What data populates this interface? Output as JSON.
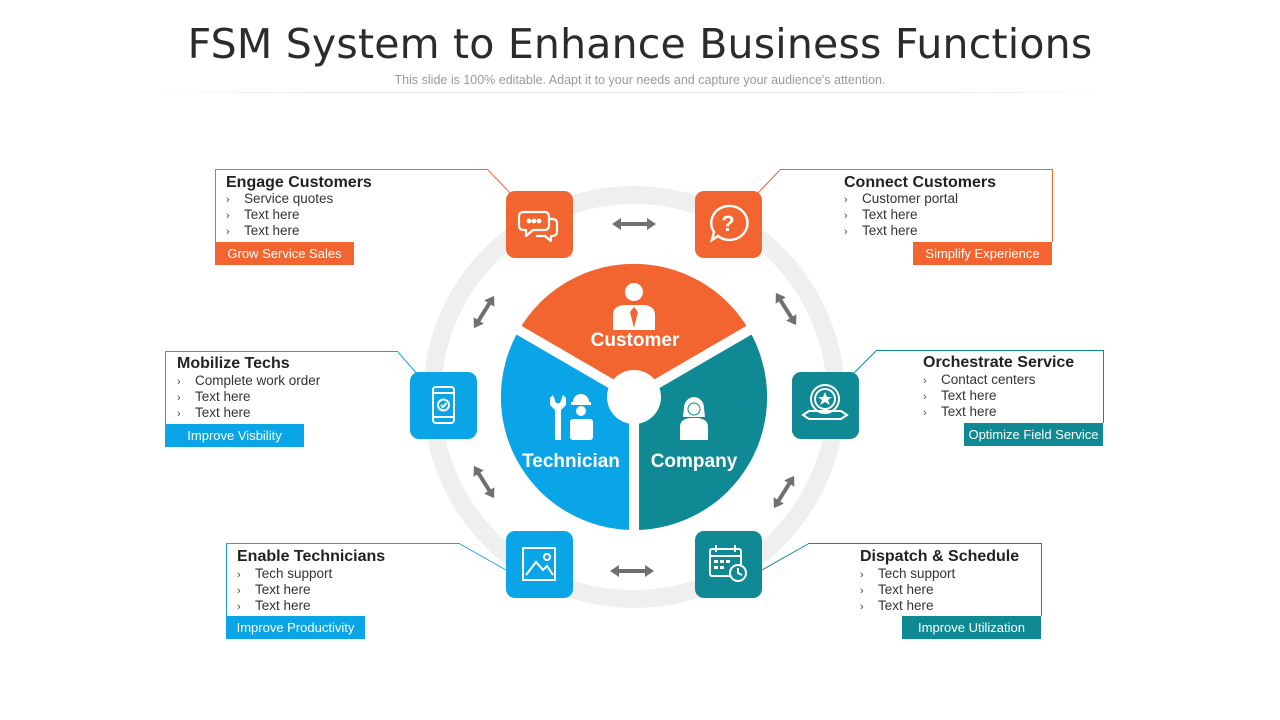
{
  "header": {
    "title": "FSM System to Enhance Business Functions",
    "subtitle": "This slide is 100% editable. Adapt it to your needs and capture your audience's attention."
  },
  "center": {
    "segments": [
      {
        "label": "Customer",
        "color": "#f26530",
        "icon": "businessman-icon"
      },
      {
        "label": "Technician",
        "color": "#0aa5e6",
        "icon": "wrench-worker-icon"
      },
      {
        "label": "Company",
        "color": "#0f8a94",
        "icon": "businesswoman-icon"
      }
    ]
  },
  "functions": [
    {
      "heading": "Engage Customers",
      "items": [
        "Service quotes",
        "Text here",
        "Text here"
      ],
      "tag": "Grow Service Sales",
      "color": "#f26530",
      "icon": "chat-bubbles-icon"
    },
    {
      "heading": "Connect Customers",
      "items": [
        "Customer portal",
        "Text here",
        "Text here"
      ],
      "tag": "Simplify Experience",
      "color": "#f26530",
      "icon": "question-icon"
    },
    {
      "heading": "Mobilize Techs",
      "items": [
        "Complete work order",
        "Text here",
        "Text here"
      ],
      "tag": "Improve  Visbility",
      "color": "#0aa5e6",
      "icon": "mobile-check-icon"
    },
    {
      "heading": "Orchestrate Service",
      "items": [
        "Contact centers",
        "Text here",
        "Text here"
      ],
      "tag": "Optimize Field Service",
      "color": "#0f8a94",
      "icon": "badge-star-icon"
    },
    {
      "heading": "Enable Technicians",
      "items": [
        "Tech support",
        "Text here",
        "Text here"
      ],
      "tag": "Improve  Productivity",
      "color": "#0aa5e6",
      "icon": "image-icon"
    },
    {
      "heading": "Dispatch & Schedule",
      "items": [
        "Tech support",
        "Text here",
        "Text here"
      ],
      "tag": "Improve  Utilization",
      "color": "#0f8a94",
      "icon": "calendar-clock-icon"
    }
  ]
}
